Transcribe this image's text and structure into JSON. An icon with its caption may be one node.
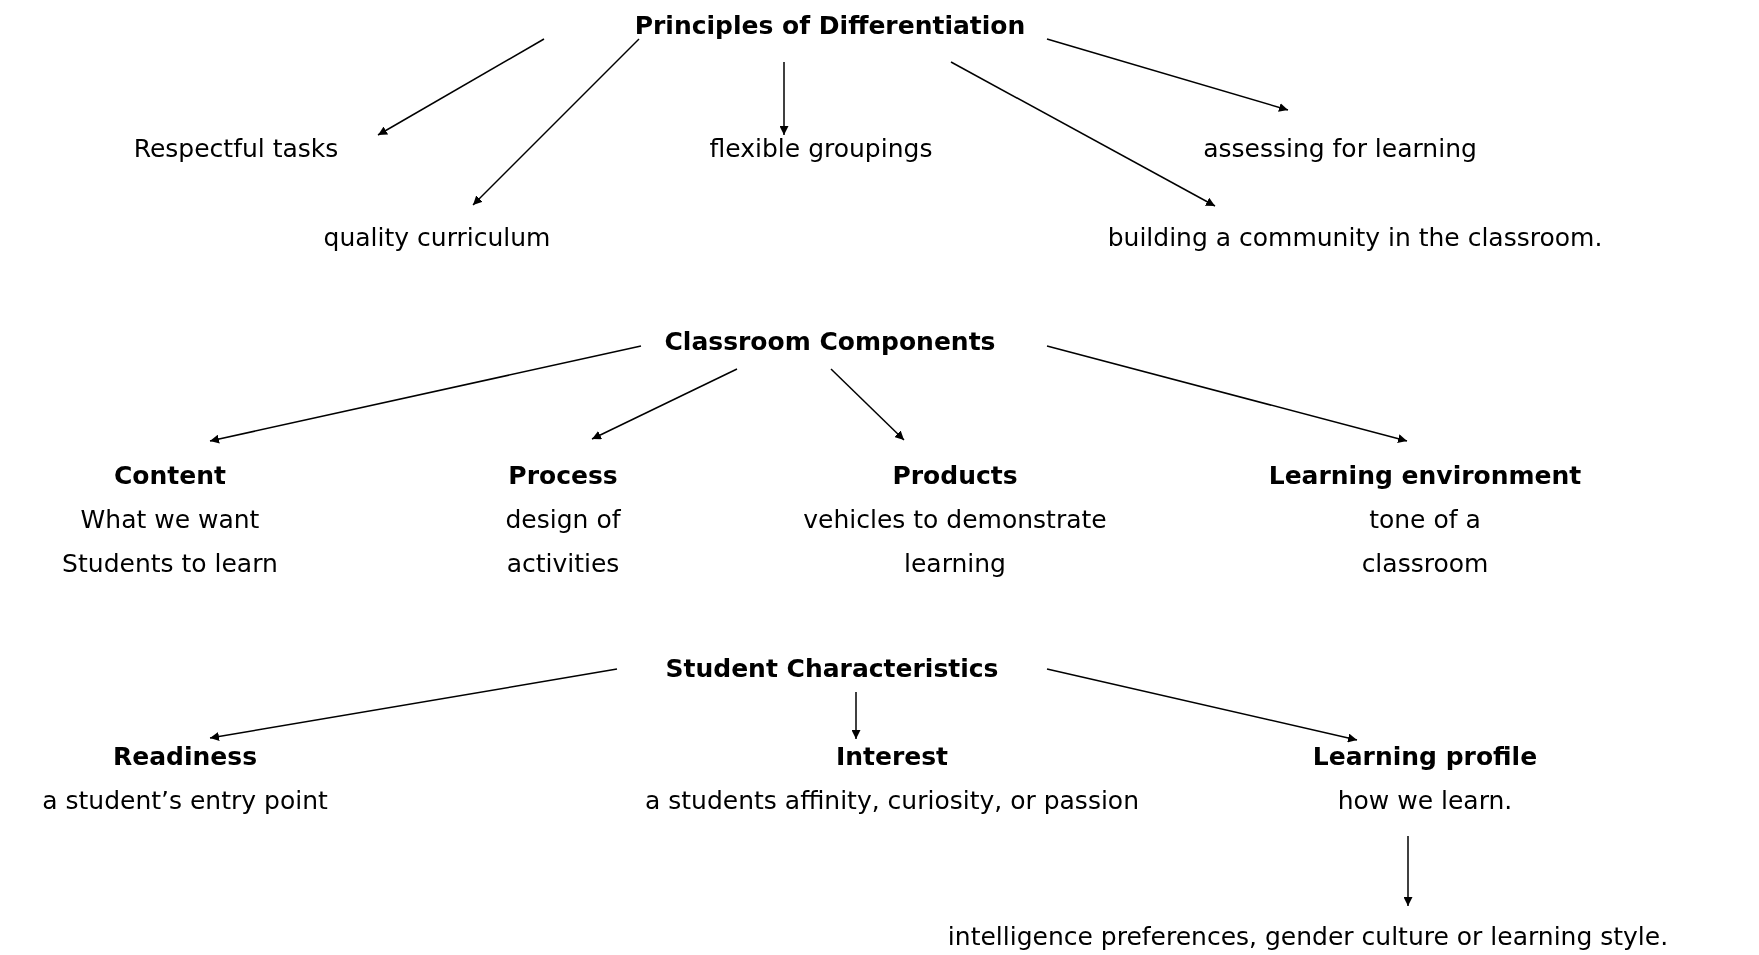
{
  "diagram": {
    "nodes": [
      {
        "text": [
          "Principles of Differentiation"
        ]
      },
      {
        "text": [
          "Respectful tasks"
        ]
      },
      {
        "text": [
          "quality curriculum"
        ]
      },
      {
        "text": [
          "flexible groupings"
        ]
      },
      {
        "text": [
          "assessing for learning"
        ]
      },
      {
        "text": [
          "building a community in the classroom."
        ]
      },
      {
        "text": [
          "Classroom Components"
        ]
      },
      {
        "text": [
          "Content",
          "What we want Students to learn"
        ]
      },
      {
        "text": [
          "Process",
          "design of activities"
        ]
      },
      {
        "text": [
          "Products",
          "vehicles to demonstrate learning"
        ]
      },
      {
        "text": [
          "Learning environment",
          "tone of a classroom"
        ]
      },
      {
        "text": [
          "Student Characteristics"
        ]
      },
      {
        "text": [
          "Readiness",
          "a student’s entry point"
        ]
      },
      {
        "text": [
          "Interest",
          "a students affinity, curiosity, or passion"
        ]
      },
      {
        "text": [
          "Learning profile",
          "how we learn."
        ]
      },
      {
        "text": [
          "intelligence preferences, gender culture or learning style."
        ]
      }
    ],
    "edges": [
      {
        "from": 0,
        "to": 1,
        "arrow": "to"
      },
      {
        "from": 0,
        "to": 2,
        "arrow": "to"
      },
      {
        "from": 0,
        "to": 3,
        "arrow": "to"
      },
      {
        "from": 0,
        "to": 5,
        "arrow": "to"
      },
      {
        "from": 0,
        "to": 4,
        "arrow": "to"
      },
      {
        "from": 6,
        "to": 7,
        "arrow": "to"
      },
      {
        "from": 6,
        "to": 8,
        "arrow": "to"
      },
      {
        "from": 6,
        "to": 9,
        "arrow": "to"
      },
      {
        "from": 6,
        "to": 10,
        "arrow": "to"
      },
      {
        "from": 11,
        "to": 12,
        "arrow": "to"
      },
      {
        "from": 11,
        "to": 13,
        "arrow": "to"
      },
      {
        "from": 11,
        "to": 14,
        "arrow": "to"
      },
      {
        "from": 14,
        "to": 15,
        "arrow": "to"
      }
    ]
  }
}
